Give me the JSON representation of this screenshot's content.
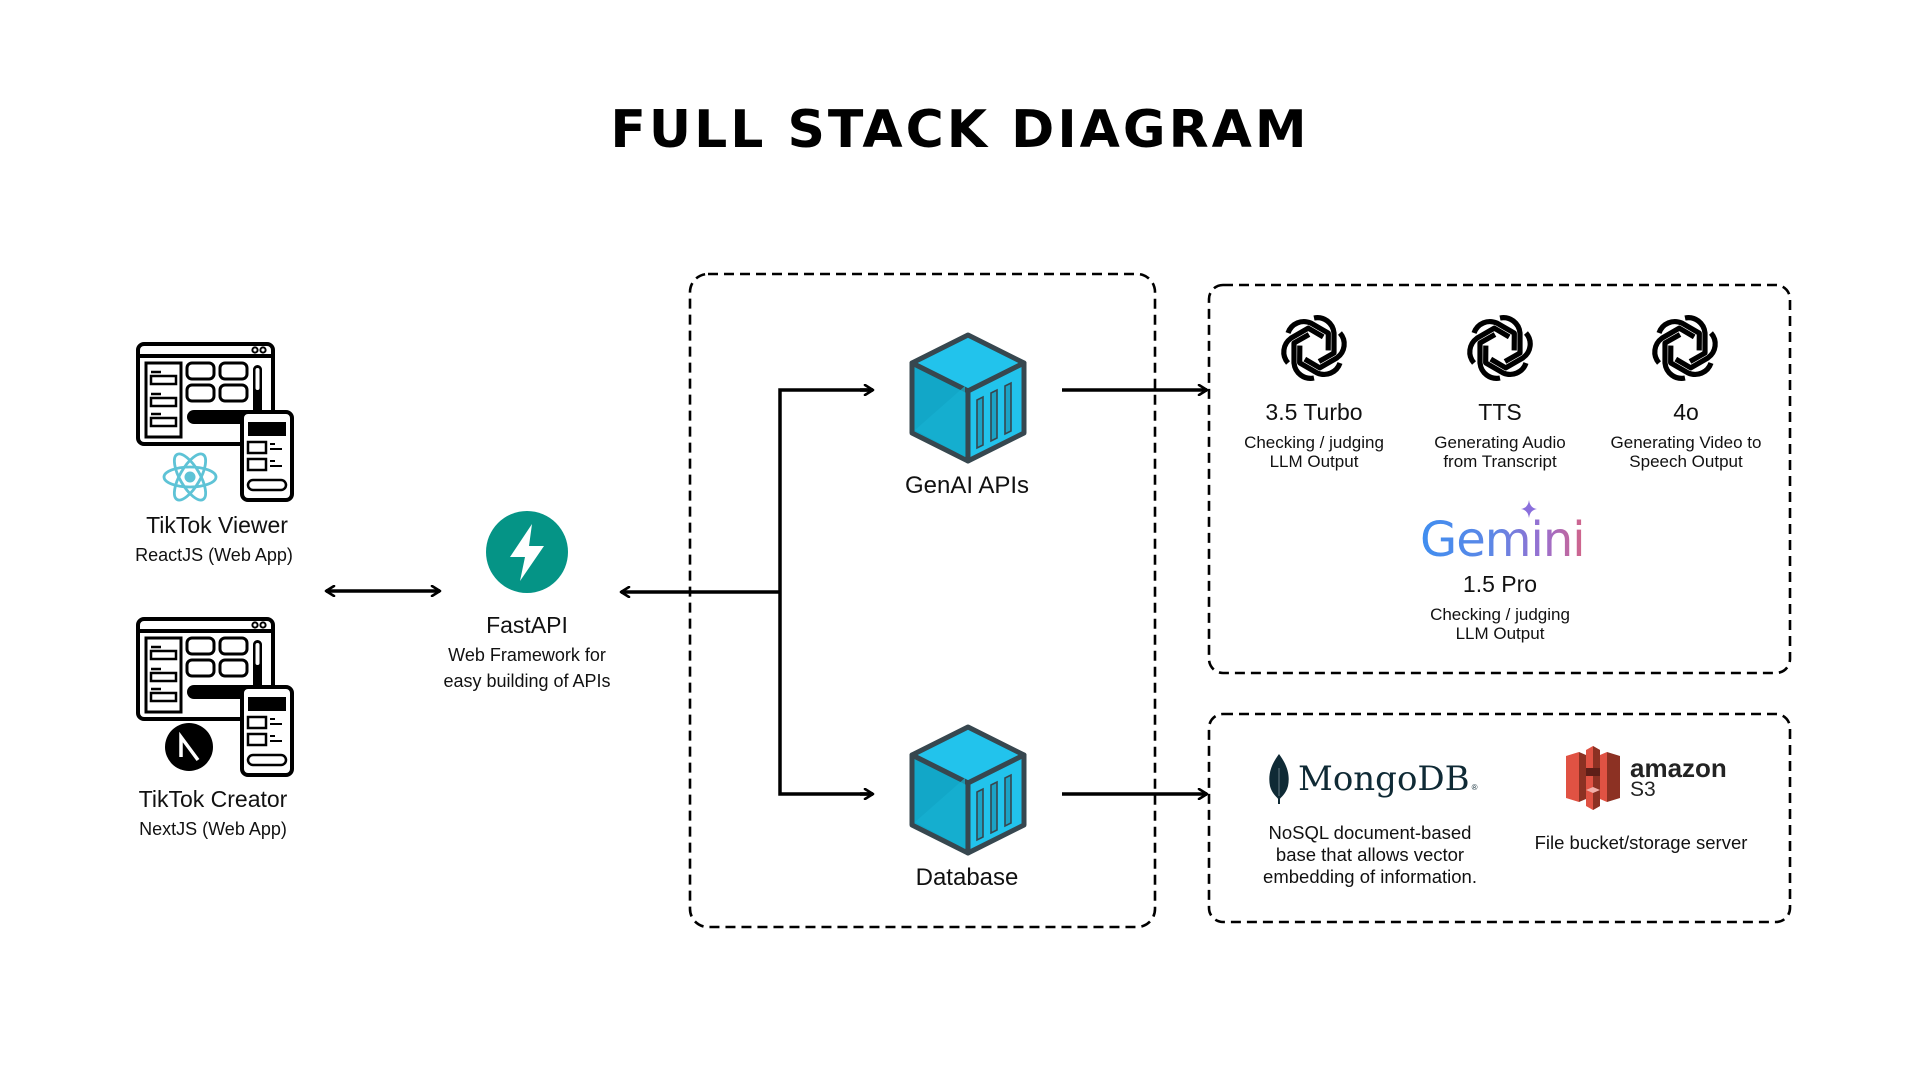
{
  "title": "FULL STACK DIAGRAM",
  "colors": {
    "arrow": "#000000",
    "dashed_border": "#000000",
    "fastapi": "#059486",
    "react": "#5ec3d6",
    "cube_outline": "#37474f",
    "cube_top": "#22c3ec",
    "cube_left": "#12a7c8",
    "mongodb_text": "#0f2a35",
    "s3_red": "#e05243"
  },
  "clients": [
    {
      "name": "TikTok Viewer",
      "tech": "ReactJS (Web App)",
      "badge_icon": "react-icon"
    },
    {
      "name": "TikTok Creator",
      "tech": "NextJS (Web App)",
      "badge_icon": "nextjs-icon"
    }
  ],
  "server": {
    "name": "FastAPI",
    "description_lines": [
      "Web Framework for",
      "easy building of APIs"
    ],
    "icon": "lightning-bolt-icon"
  },
  "services": [
    {
      "name": "GenAI APIs",
      "icon": "container-cube-icon"
    },
    {
      "name": "Database",
      "icon": "container-cube-icon"
    }
  ],
  "genai_providers": [
    {
      "vendor_icon": "openai-icon",
      "model": "3.5 Turbo",
      "description_lines": [
        "Checking / judging",
        "LLM Output"
      ]
    },
    {
      "vendor_icon": "openai-icon",
      "model": "TTS",
      "description_lines": [
        "Generating Audio",
        "from Transcript"
      ]
    },
    {
      "vendor_icon": "openai-icon",
      "model": "4o",
      "description_lines": [
        "Generating Video to",
        "Speech Output"
      ]
    },
    {
      "vendor_logo_text": "Gemini",
      "model": "1.5 Pro",
      "description_lines": [
        "Checking / judging",
        "LLM Output"
      ]
    }
  ],
  "storage_providers": [
    {
      "logo_text": "MongoDB",
      "description_lines": [
        "NoSQL document-based",
        "base that allows vector",
        "embedding of information."
      ]
    },
    {
      "logo_text_top": "amazon",
      "logo_text_bottom": "S3",
      "description_lines": [
        "File bucket/storage server"
      ]
    }
  ]
}
